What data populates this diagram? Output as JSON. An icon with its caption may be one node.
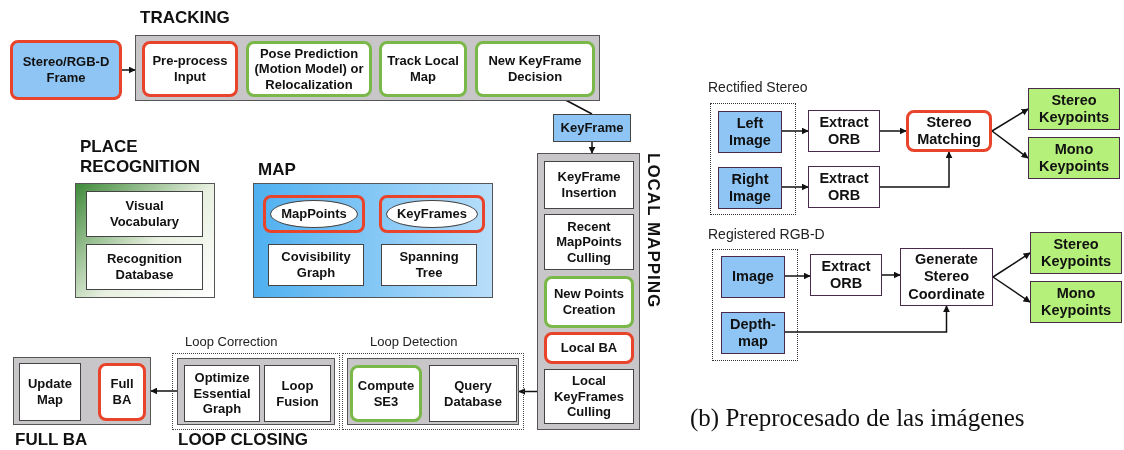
{
  "diagram": {
    "caption": "(b) Preprocesado de las imágenes",
    "nodes": [
      {
        "text": [
          "Stereo/RGB-D Frame"
        ]
      },
      {
        "text": [
          "TRACKING"
        ]
      },
      {
        "text": [
          "Pre-process Input"
        ],
        "in": 1
      },
      {
        "text": [
          "Pose Prediction (Motion Model) or Relocalization"
        ],
        "in": 1
      },
      {
        "text": [
          "Track Local Map"
        ],
        "in": 1
      },
      {
        "text": [
          "New KeyFrame Decision"
        ],
        "in": 1
      },
      {
        "text": [
          "KeyFrame"
        ]
      },
      {
        "text": [
          "PLACE RECOGNITION"
        ]
      },
      {
        "text": [
          "Visual Vocabulary"
        ],
        "in": 7
      },
      {
        "text": [
          "Recognition Database"
        ],
        "in": 7
      },
      {
        "text": [
          "MAP"
        ]
      },
      {
        "text": [
          "MapPoints"
        ],
        "in": 10
      },
      {
        "text": [
          "KeyFrames"
        ],
        "in": 10
      },
      {
        "text": [
          "Covisibility Graph"
        ],
        "in": 10
      },
      {
        "text": [
          "Spanning Tree"
        ],
        "in": 10
      },
      {
        "text": [
          "LOCAL MAPPING"
        ]
      },
      {
        "text": [
          "KeyFrame Insertion"
        ],
        "in": 15
      },
      {
        "text": [
          "Recent MapPoints Culling"
        ],
        "in": 15
      },
      {
        "text": [
          "New Points Creation"
        ],
        "in": 15
      },
      {
        "text": [
          "Local BA"
        ],
        "in": 15
      },
      {
        "text": [
          "Local KeyFrames Culling"
        ],
        "in": 15
      },
      {
        "text": [
          "LOOP CLOSING"
        ]
      },
      {
        "text": [
          "Loop Correction"
        ],
        "in": 21
      },
      {
        "text": [
          "Optimize Essential Graph"
        ],
        "in": 22
      },
      {
        "text": [
          "Loop Fusion"
        ],
        "in": 22
      },
      {
        "text": [
          "Loop Detection"
        ],
        "in": 21
      },
      {
        "text": [
          "Compute SE3"
        ],
        "in": 25
      },
      {
        "text": [
          "Query Database"
        ],
        "in": 25
      },
      {
        "text": [
          "FULL BA"
        ]
      },
      {
        "text": [
          "Update Map"
        ],
        "in": 28
      },
      {
        "text": [
          "Full BA"
        ],
        "in": 28
      },
      {
        "text": [
          "Rectified Stereo"
        ]
      },
      {
        "text": [
          "Left Image"
        ],
        "in": 31
      },
      {
        "text": [
          "Right Image"
        ],
        "in": 31
      },
      {
        "text": [
          "Extract ORB"
        ]
      },
      {
        "text": [
          "Extract ORB"
        ]
      },
      {
        "text": [
          "Stereo Matching"
        ]
      },
      {
        "text": [
          "Stereo Keypoints"
        ]
      },
      {
        "text": [
          "Mono Keypoints"
        ]
      },
      {
        "text": [
          "Registered RGB-D"
        ]
      },
      {
        "text": [
          "Image"
        ],
        "in": 39
      },
      {
        "text": [
          "Depth-map"
        ],
        "in": 39
      },
      {
        "text": [
          "Extract ORB"
        ]
      },
      {
        "text": [
          "Generate Stereo Coordinate"
        ]
      },
      {
        "text": [
          "Stereo Keypoints"
        ]
      },
      {
        "text": [
          "Mono Keypoints"
        ]
      }
    ],
    "edges": [
      {
        "from": 0,
        "to": 1,
        "arrow": "to"
      },
      {
        "from": 5,
        "to": 6,
        "arrow": "none"
      },
      {
        "from": 6,
        "to": 15,
        "arrow": "to"
      },
      {
        "from": 15,
        "to": 25,
        "arrow": "to"
      },
      {
        "from": 22,
        "to": 28,
        "arrow": "to"
      },
      {
        "from": 32,
        "to": 34,
        "arrow": "to"
      },
      {
        "from": 33,
        "to": 35,
        "arrow": "to"
      },
      {
        "from": 34,
        "to": 36,
        "arrow": "to"
      },
      {
        "from": 35,
        "to": 36,
        "arrow": "to"
      },
      {
        "from": 36,
        "to": 37,
        "arrow": "to"
      },
      {
        "from": 36,
        "to": 38,
        "arrow": "to"
      },
      {
        "from": 40,
        "to": 42,
        "arrow": "to"
      },
      {
        "from": 42,
        "to": 43,
        "arrow": "to"
      },
      {
        "from": 41,
        "to": 43,
        "arrow": "to"
      },
      {
        "from": 43,
        "to": 44,
        "arrow": "to"
      },
      {
        "from": 43,
        "to": 45,
        "arrow": "to"
      }
    ]
  }
}
